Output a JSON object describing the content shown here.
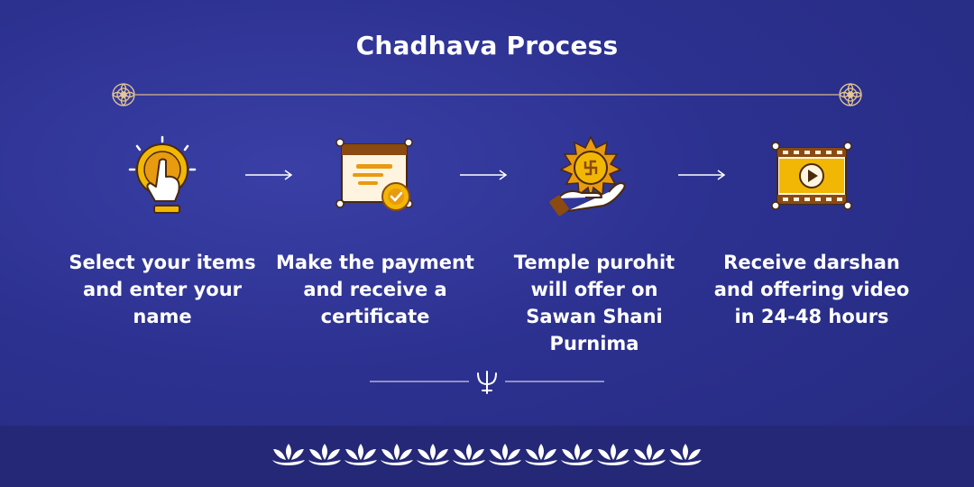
{
  "title": "Chadhava Process",
  "steps": [
    {
      "icon": "tap-hand-icon",
      "text": "Select your items and enter your name"
    },
    {
      "icon": "certificate-icon",
      "text": "Make the payment and receive a certificate"
    },
    {
      "icon": "offering-hand-icon",
      "text": "Temple purohit will offer on Sawan Shani Purnima"
    },
    {
      "icon": "video-play-icon",
      "text": "Receive darshan and offering video in 24-48 hours"
    }
  ],
  "colors": {
    "background": "#2c3190",
    "accent_gold": "#f2b705",
    "accent_brown": "#8a4a12",
    "text": "#ffffff"
  }
}
